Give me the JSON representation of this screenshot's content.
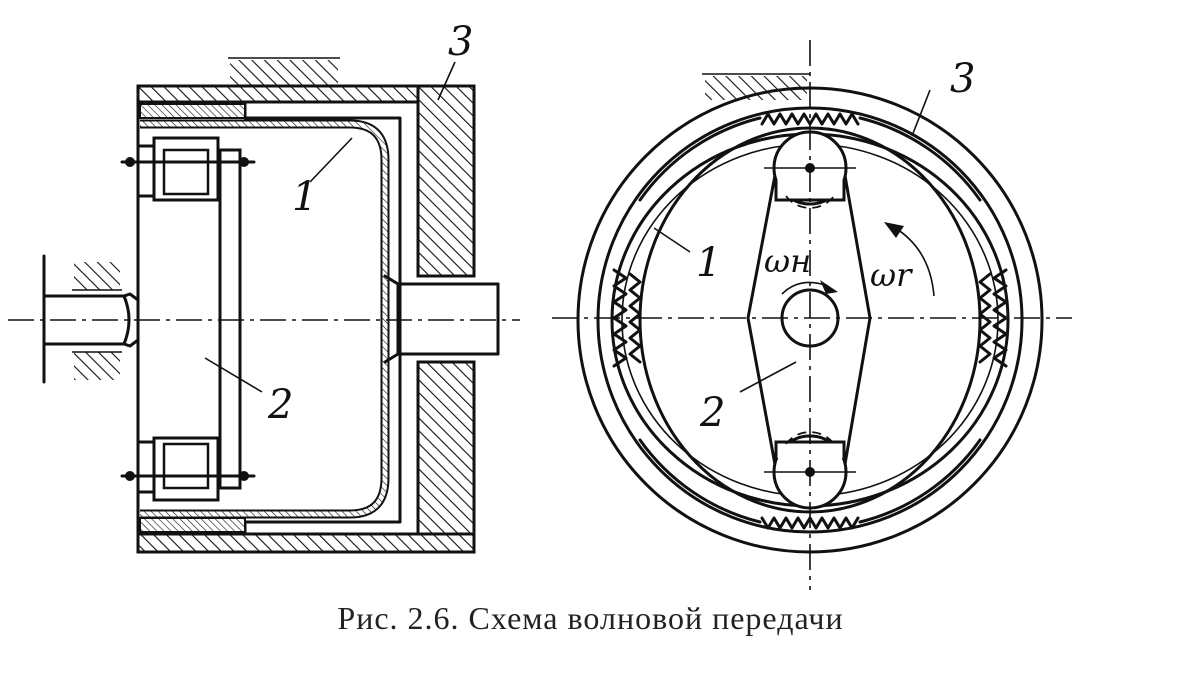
{
  "labels": {
    "left_1": "1",
    "left_2": "2",
    "left_3": "3",
    "right_1": "1",
    "right_2": "2",
    "right_3": "3",
    "omega_h": "ωн",
    "omega_r": "ωr"
  },
  "caption": "Рис. 2.6. Схема волновой передачи",
  "colors": {
    "ink": "#111111",
    "background": "#ffffff"
  }
}
